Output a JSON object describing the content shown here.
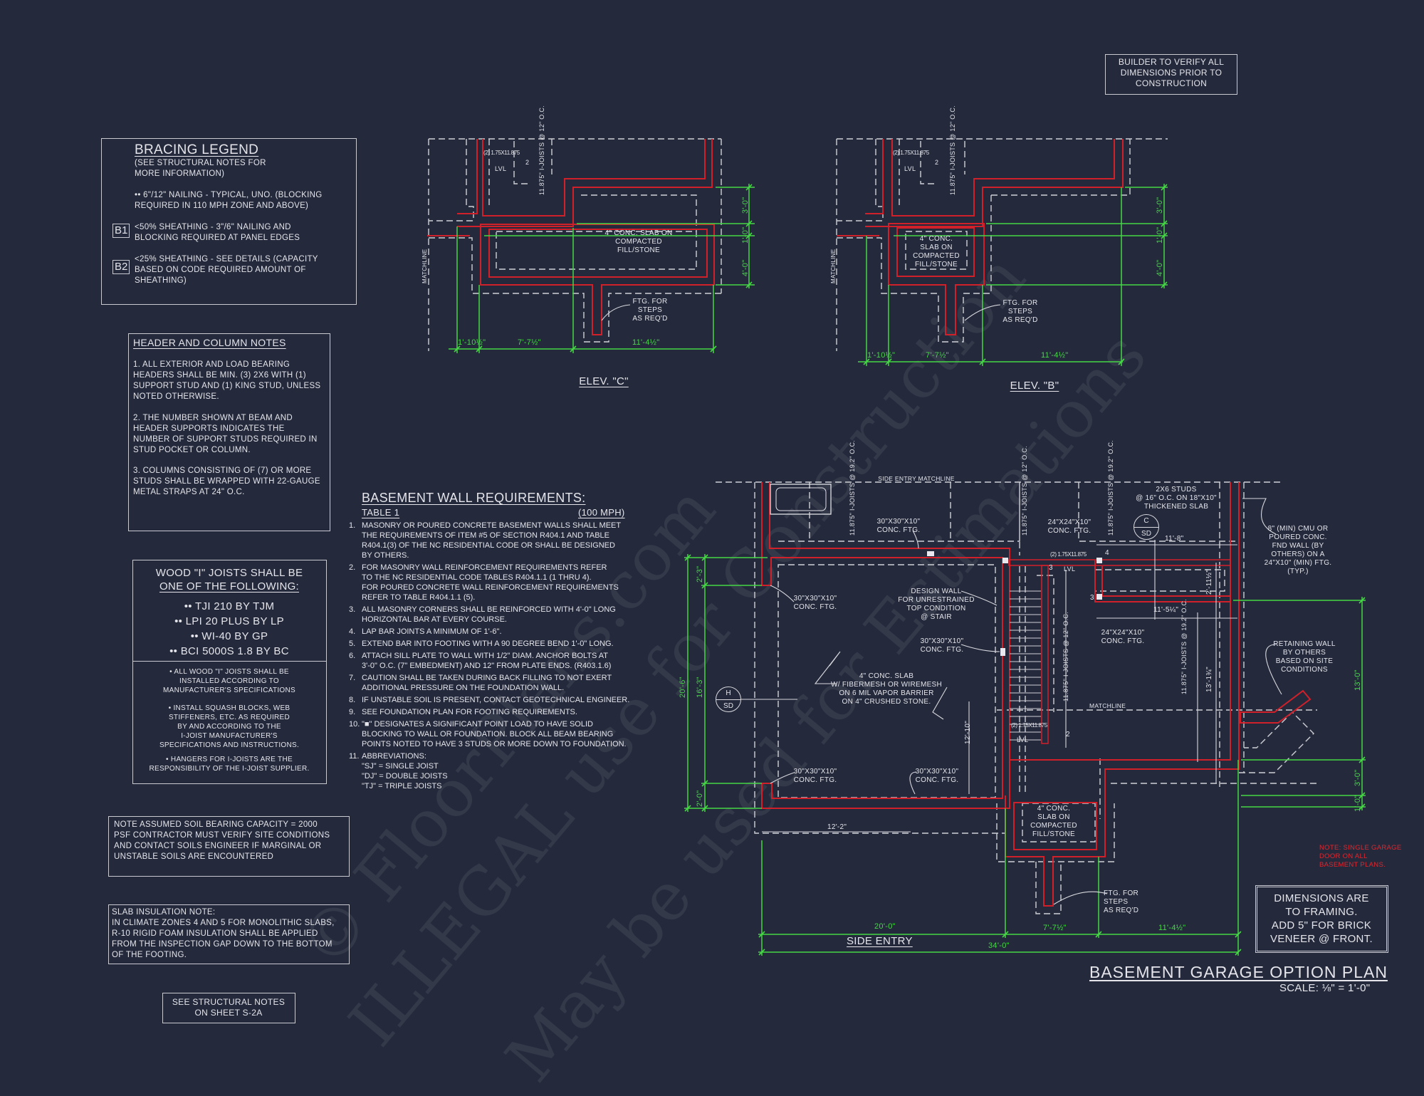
{
  "colors": {
    "background": "#242a3c",
    "linework": "#d0d0d8",
    "wall": "#d0202a",
    "dimension": "#45d845"
  },
  "watermark": [
    "© FloorPlans.com",
    "ILLEGAL use for Construction",
    "May be used for Estimations"
  ],
  "builder_note": "BUILDER TO VERIFY ALL\nDIMENSIONS PRIOR TO\nCONSTRUCTION",
  "bracing_legend": {
    "title": "BRACING LEGEND",
    "subtitle": "(SEE STRUCTURAL NOTES FOR\nMORE INFORMATION)",
    "items": [
      {
        "tag": "",
        "text": "•• 6\"/12\" NAILING - TYPICAL, UNO. (BLOCKING\nREQUIRED IN 110 MPH ZONE AND ABOVE)"
      },
      {
        "tag": "B1",
        "text": "<50% SHEATHING - 3\"/6\" NAILING AND\nBLOCKING REQUIRED AT PANEL EDGES"
      },
      {
        "tag": "B2",
        "text": "<25% SHEATHING - SEE DETAILS (CAPACITY\nBASED ON CODE REQUIRED AMOUNT OF\nSHEATHING)"
      }
    ]
  },
  "header_notes": {
    "title": "HEADER AND COLUMN NOTES",
    "items": [
      "1. ALL EXTERIOR AND LOAD BEARING\nHEADERS SHALL BE MIN. (3) 2x6 WITH (1)\nSUPPORT STUD AND (1) KING STUD, UNLESS\nNOTED OTHERWISE.",
      "2. THE NUMBER SHOWN AT BEAM AND\nHEADER SUPPORTS INDICATES THE\nNUMBER OF SUPPORT STUDS REQUIRED IN\nSTUD POCKET OR COLUMN.",
      "3. COLUMNS CONSISTING OF (7) OR MORE\nSTUDS SHALL BE WRAPPED WITH 22-GAUGE\nMETAL STRAPS AT 24\" O.C."
    ]
  },
  "joists": {
    "title_line1": "WOOD \"I\" JOISTS SHALL BE",
    "title_line2": "ONE OF THE FOLLOWING:",
    "options": [
      "•• TJI 210 BY TJM",
      "•• LPI 20 PLUS BY LP",
      "•• WI-40 BY GP",
      "•• BCI 5000s 1.8 BY BC"
    ],
    "notes": [
      "• ALL WOOD \"I\" JOISTS SHALL BE\nINSTALLED ACCORDING TO\nMANUFACTURER'S SPECIFICATIONS",
      "• INSTALL SQUASH BLOCKS, WEB\nSTIFFENERS, ETC. AS REQUIRED\nBY AND ACCORDING TO THE\nI-JOIST MANUFACTURER'S\nSPECIFICATIONS AND INSTRUCTIONS.",
      "• HANGERS FOR I-JOISTS ARE THE\nRESPONSIBILITY OF THE I-JOIST SUPPLIER."
    ]
  },
  "soil_note": "NOTE ASSUMED SOIL BEARING CAPACITY = 2000\nPSF CONTRACTOR MUST VERIFY SITE CONDITIONS\nAND CONTACT SOILS ENGINEER IF MARGINAL OR\nUNSTABLE SOILS ARE ENCOUNTERED",
  "slab_insulation": {
    "title": "SLAB INSULATION NOTE:",
    "text": "IN CLIMATE ZONES 4 AND 5 FOR MONOLITHIC SLABS,\nR-10 RIGID FOAM INSULATION SHALL BE APPLIED\nFROM THE INSPECTION GAP DOWN TO THE BOTTOM\nOF THE FOOTING."
  },
  "see_structural": "SEE STRUCTURAL NOTES\nON SHEET S-2a",
  "basement_wall": {
    "title": "BASEMENT WALL REQUIREMENTS:",
    "table": "TABLE 1",
    "wind": "(100 MPH)",
    "items": [
      {
        "n": "1.",
        "text": "MASONRY OR POURED CONCRETE BASEMENT WALLS SHALL MEET\nTHE REQUIREMENTS OF ITEM #5 OF SECTION R404.1 AND TABLE\nR404.1(3) OF THE NC RESIDENTIAL CODE OR SHALL BE DESIGNED\nBY OTHERS."
      },
      {
        "n": "2.",
        "text": "FOR MASONRY WALL REINFORCEMENT REQUIREMENTS REFER\nTO THE NC RESIDENTIAL CODE TABLES R404.1.1 (1 THRU 4).\nFOR POURED CONCRETE WALL REINFORCEMENT REQUIREMENTS\nREFER TO TABLE R404.1.1 (5)."
      },
      {
        "n": "3.",
        "text": "ALL MASONRY CORNERS SHALL BE REINFORCED WITH 4'-0\" LONG\nHORIZONTAL BAR AT EVERY COURSE."
      },
      {
        "n": "4.",
        "text": "LAP BAR JOINTS A MINIMUM OF 1'-6\"."
      },
      {
        "n": "5.",
        "text": "EXTEND BAR INTO FOOTING WITH A 90 DEGREE BEND 1'-0\" LONG."
      },
      {
        "n": "6.",
        "text": "ATTACH SILL PLATE TO WALL WITH 1/2\" DIAM. ANCHOR BOLTS AT\n3'-0\" O.C. (7\" EMBEDMENT) AND 12\" FROM PLATE ENDS. (R403.1.6)"
      },
      {
        "n": "7.",
        "text": "CAUTION SHALL BE TAKEN DURING BACK FILLING TO NOT EXERT\nADDITIONAL PRESSURE ON THE FOUNDATION WALL."
      },
      {
        "n": "8.",
        "text": "IF UNSTABLE SOIL IS PRESENT, CONTACT GEOTECHNICAL ENGINEER."
      },
      {
        "n": "9.",
        "text": "SEE FOUNDATION PLAN FOR FOOTING REQUIREMENTS."
      },
      {
        "n": "10.",
        "text": "\"■\" DESIGNATES A SIGNIFICANT POINT LOAD TO HAVE SOLID\nBLOCKING TO WALL OR FOUNDATION.  BLOCK ALL BEAM BEARING\nPOINTS NOTED TO HAVE 3 STUDS OR MORE DOWN TO FOUNDATION."
      },
      {
        "n": "11.",
        "text": "ABBREVIATIONS:\n\"SJ\" = SINGLE JOIST\n\"DJ\" = DOUBLE JOISTS\n\"TJ\" = TRIPLE JOISTS"
      }
    ]
  },
  "elev_c": {
    "title": "ELEV. \"C\"",
    "matchline": "MATCHLINE",
    "lvl_size": "(2) 1.75x11.875",
    "lvl": "LVL",
    "post": "2",
    "joists": "11.875\" I-JOISTS\n@ 12\" O.C.",
    "slab": "4\" CONC. SLAB ON\nCOMPACTED\nFILL/STONE",
    "steps": "FTG. FOR\nSTEPS\nAS REQ'D",
    "dims_h": [
      "1'-10½\"",
      "7'-7½\"",
      "11'-4½\""
    ],
    "dims_v": [
      "3'-0\"",
      "1'-0\"",
      "4'-0\""
    ]
  },
  "elev_b": {
    "title": "ELEV. \"B\"",
    "matchline": "MATCHLINE",
    "lvl_size": "(2) 1.75x11.875",
    "lvl": "LVL",
    "post": "2",
    "joists": "11.875\" I-JOISTS\n@ 12\" O.C.",
    "slab": "4\" CONC.\nSLAB ON\nCOMPACTED\nFILL/STONE",
    "steps": "FTG. FOR\nSTEPS\nAS REQ'D",
    "dims_h": [
      "1'-10½\"",
      "7'-7½\"",
      "11'-4½\""
    ],
    "dims_v": [
      "3'-0\"",
      "1'-0\"",
      "4'-0\""
    ]
  },
  "plan": {
    "title": "BASEMENT GARAGE OPTION PLAN",
    "scale": "SCALE: ⅛\" = 1'-0\"",
    "side_entry": "SIDE ENTRY",
    "side_entry_matchline": "SIDE ENTRY MATCHLINE",
    "matchline": "MATCHLINE",
    "joists_19": "11.875\" I-JOISTS\n@ 19.2\" O.C.",
    "joists_12": "11.875\" I-JOISTS\n@ 12\" O.C.",
    "ftg_30": "30\"x30\"x10\"\nCONC. FTG.",
    "ftg_24": "24\"x24\"x10\"\nCONC. FTG.",
    "design_wall": "DESIGN WALL\nFOR UNRESTRAINED\nTOP CONDITION\n@ STAIR",
    "slab_main": "4\" CONC. SLAB\nw/ FIBERMESH OR WIREMESH\nON 6 MIL VAPOR BARRIER\nON 4\" CRUSHED STONE.",
    "studs": "2x6 STUDS\n@ 16\" O.C. ON 18\"x10\"\nTHICKENED SLAB",
    "cmu_wall": "8\" (MIN) CMU OR\nPOURED CONC.\nFND WALL (BY\nOTHERS) ON A\n24\"x10\" (MIN) FTG.\n(TYP.)",
    "retaining": "RETAINING WALL\nBY OTHERS\nBASED ON SITE\nCONDITIONS",
    "slab_small": "4\" CONC.\nSLAB ON\nCOMPACTED\nFILL/STONE",
    "steps": "FTG. FOR\nSTEPS\nAS REQ'D",
    "lvl_size": "(2) 1.75x11.875",
    "lvl": "LVL",
    "stud_counts": [
      "4",
      "3",
      "3",
      "2"
    ],
    "section_h": {
      "top": "H",
      "bottom": "SD"
    },
    "section_c": {
      "top": "C",
      "bottom": "SD"
    },
    "dims": {
      "d20_6": "20'-6\"",
      "d16_3": "16'-3\"",
      "d2_3": "2'-3\"",
      "d2_0": "2'-0\"",
      "d12_2": "12'-2\"",
      "d12_10": "12'-10\"",
      "d11_8": "11'-8\"",
      "d11_5": "11'-5¼\"",
      "d2_11": "2'-11½\"",
      "d13_1": "13'-1¾\"",
      "d20_0": "20'-0\"",
      "d34_0": "34'-0\"",
      "d7_7": "7'-7½\"",
      "d11_4": "11'-4½\"",
      "d13_0": "13'-0\"",
      "d3_0": "3'-0\"",
      "d1_0": "1'-0\""
    },
    "red_note": "NOTE: SINGLE GARAGE\nDOOR ON ALL\nBASEMENT PLANS.",
    "dimensions_note": "DIMENSIONS ARE\nTO FRAMING.\nADD 5\" FOR BRICK\nVENEER @ FRONT."
  }
}
